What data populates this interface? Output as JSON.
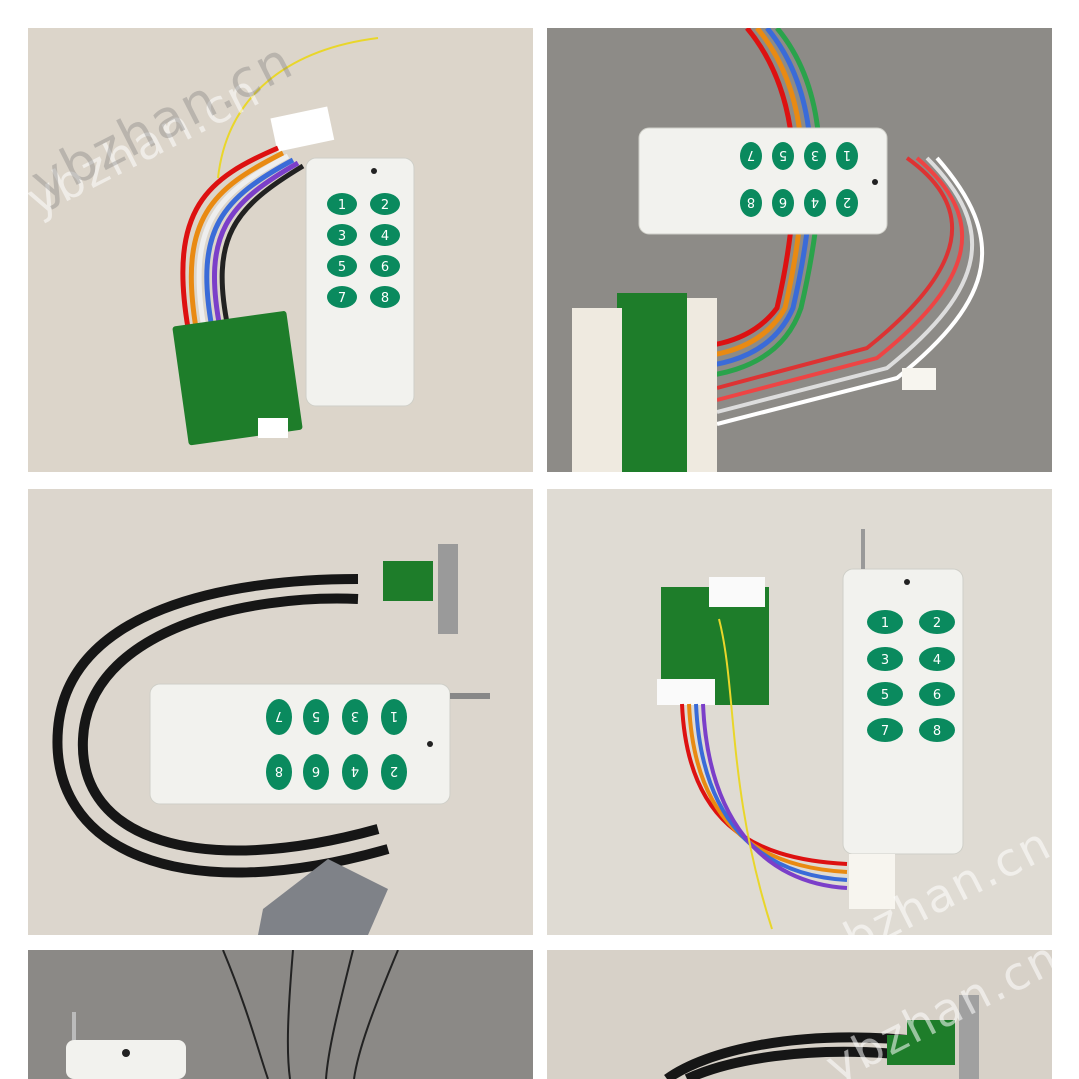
{
  "watermark": {
    "text": "ybzhan.cn"
  },
  "remote": {
    "keys": [
      "1",
      "2",
      "3",
      "4",
      "5",
      "6",
      "7",
      "8"
    ],
    "key_color": "#0a8a5e",
    "body_color": "#f4f4f0"
  },
  "colors": {
    "backdrop_beige": "#d9d2c7",
    "backdrop_gray": "#8c8a86",
    "pcb_green": "#1d7a2c",
    "cable_black": "#1a1a1a"
  }
}
